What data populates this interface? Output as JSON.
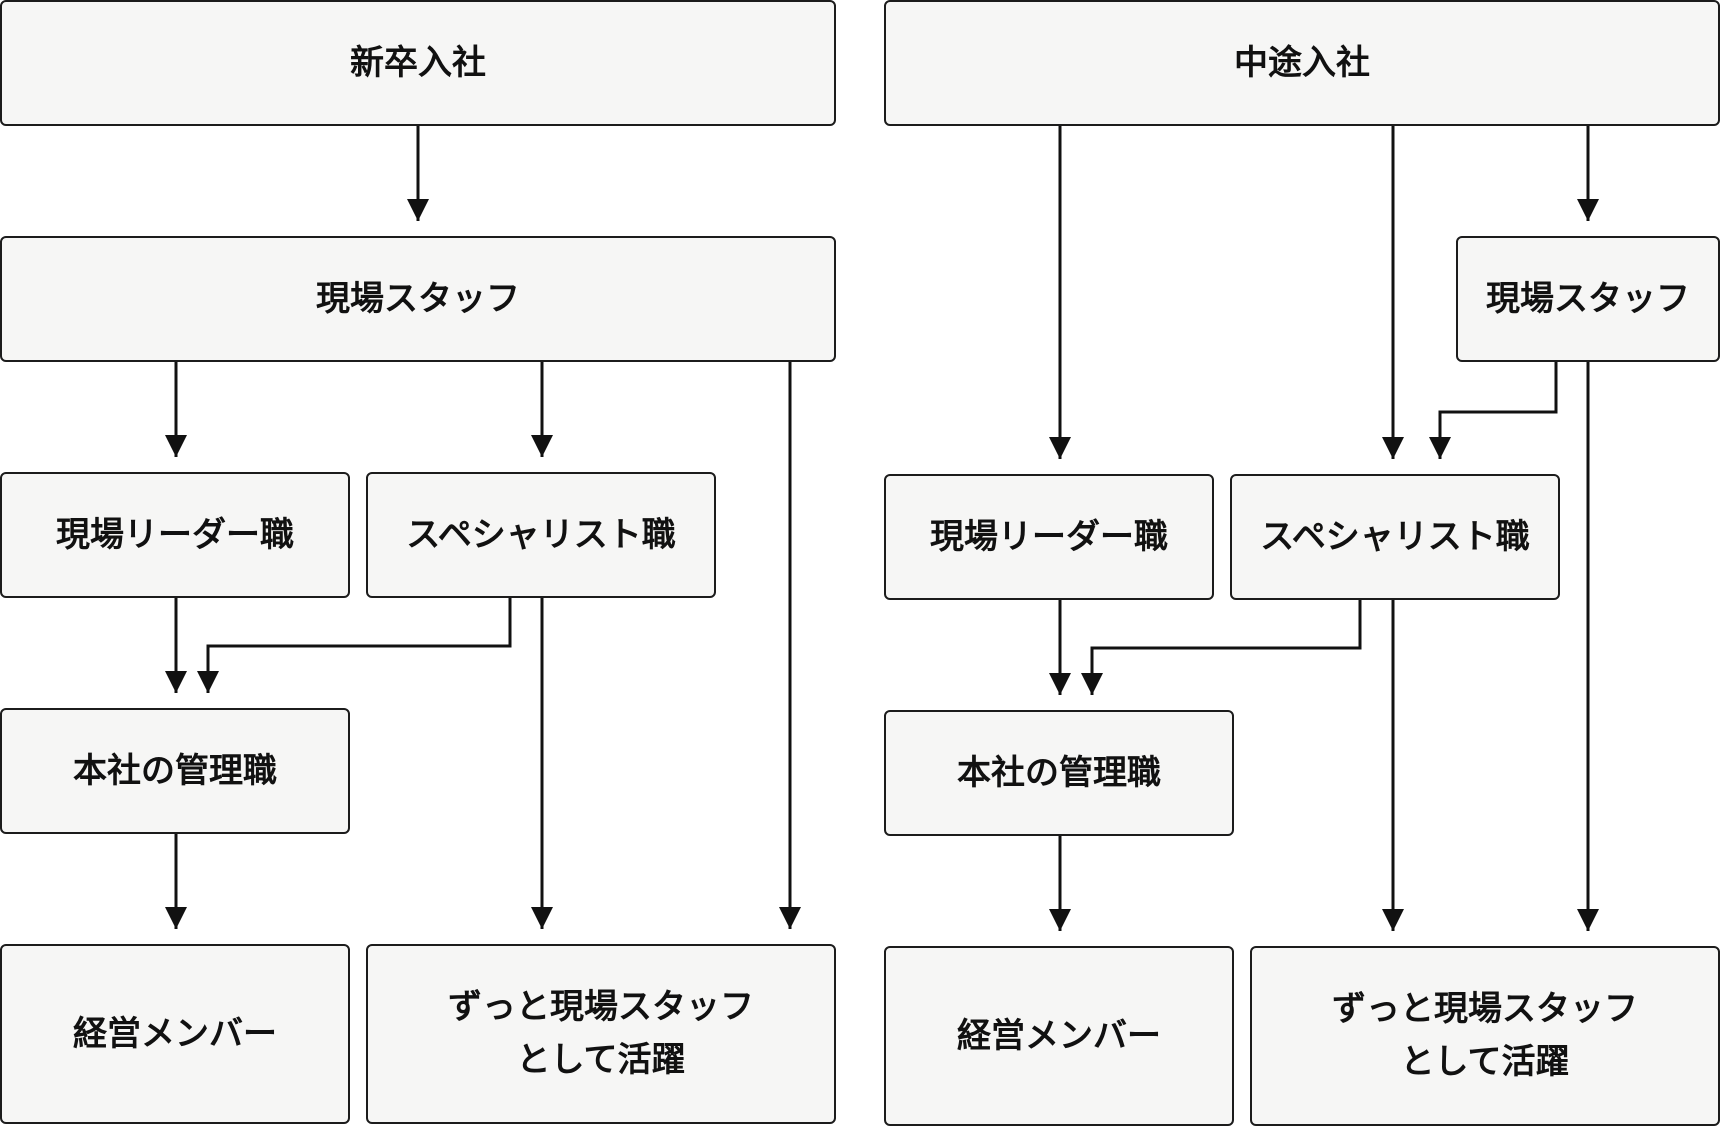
{
  "left": {
    "root": "新卒入社",
    "staff": "現場スタッフ",
    "leader": "現場リーダー職",
    "specialist": "スペシャリスト職",
    "manager": "本社の管理職",
    "executive": "経営メンバー",
    "career_staff": "ずっと現場スタッフ\nとして活躍"
  },
  "right": {
    "root": "中途入社",
    "staff": "現場スタッフ",
    "leader": "現場リーダー職",
    "specialist": "スペシャリスト職",
    "manager": "本社の管理職",
    "executive": "経営メンバー",
    "career_staff": "ずっと現場スタッフ\nとして活躍"
  },
  "colors": {
    "node_fill": "#f6f6f5",
    "line": "#111111"
  }
}
